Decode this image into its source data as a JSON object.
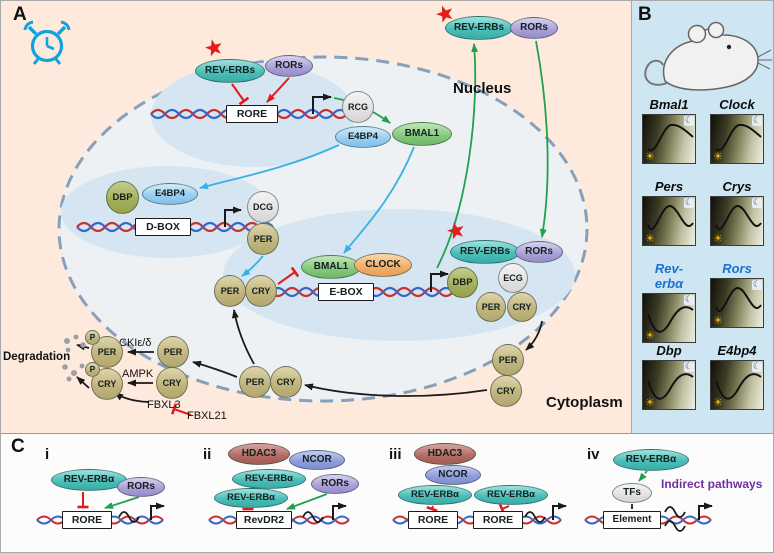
{
  "figure": {
    "panel_a_label": "A",
    "panel_b_label": "B",
    "panel_c_label": "C"
  },
  "icons": {
    "sun": "☀",
    "moon": "☾"
  },
  "panel_a": {
    "nucleus": "Nucleus",
    "cytoplasm": "Cytoplasm",
    "degradation": "Degradation",
    "rev_erbs": "REV-ERBs",
    "rors": "RORs",
    "rore": "RORE",
    "rcg": "RCG",
    "e4bp4": "E4BP4",
    "bmal1": "BMAL1",
    "clock": "CLOCK",
    "dbp": "DBP",
    "d_box": "D-BOX",
    "dcg": "DCG",
    "e_box": "E-BOX",
    "ecg": "ECG",
    "per": "PER",
    "cry": "CRY",
    "p": "P",
    "cki": "CKIε/δ",
    "ampk": "AMPK",
    "fbxl3": "FBXL3",
    "fbxl21": "FBXL21"
  },
  "panel_b": {
    "genes": [
      {
        "name": "Bmal1",
        "highlight": false
      },
      {
        "name": "Clock",
        "highlight": false
      },
      {
        "name": "Pers",
        "highlight": false
      },
      {
        "name": "Crys",
        "highlight": false
      },
      {
        "name": "Rev-erbα",
        "highlight": true
      },
      {
        "name": "Rors",
        "highlight": true
      },
      {
        "name": "Dbp",
        "highlight": false
      },
      {
        "name": "E4bp4",
        "highlight": false
      }
    ]
  },
  "panel_c": {
    "sections": [
      "i",
      "ii",
      "iii",
      "iv"
    ],
    "rev_erba": "REV-ERBα",
    "rors": "RORs",
    "rore": "RORE",
    "hdac3": "HDAC3",
    "ncor": "NCOR",
    "revdr2": "RevDR2",
    "tfs": "TFs",
    "element": "Element",
    "indirect_pathways": "Indirect pathways"
  },
  "colors": {
    "rev_erb_teal": "#4cbeb8",
    "ror_purple": "#a89fd6",
    "bmal1_green": "#84c77c",
    "clock_orange": "#f0ae6a",
    "e4bp4_blue": "#97ccf0",
    "dbp_olive": "#a3af58",
    "per_cry_tan": "#bfb47c",
    "hdac3_maroon": "#b06b63",
    "ncor_blueviolet": "#8d9bd8",
    "star_red": "#e01b1b",
    "activation_green": "#21a04d",
    "translocation_cyan": "#38b2e3",
    "inhibition_red": "#e01b1b",
    "indirect_purple": "#7030a0",
    "gene_highlight_blue": "#1f6fd0",
    "panel_a_bg": "#fdeadc",
    "panel_b_bg": "#cde6f2"
  }
}
